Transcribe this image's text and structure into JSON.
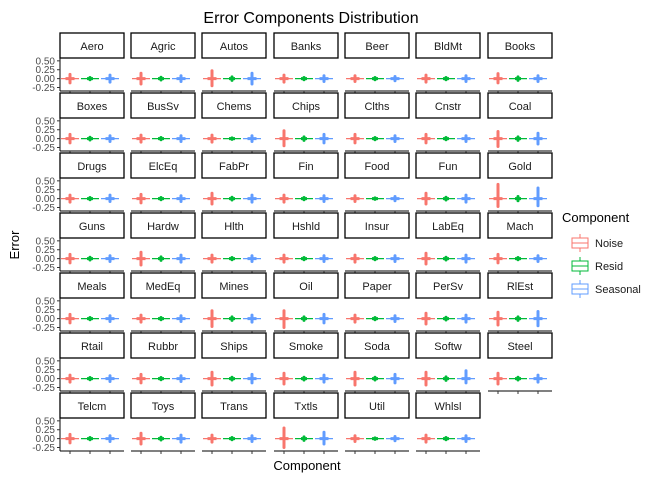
{
  "chart_data": {
    "type": "boxplot",
    "title": "Error Components Distribution",
    "xlabel": "Component",
    "ylabel": "Error",
    "y_ticks": [
      "0.50",
      "0.25",
      "0.00",
      "-0.25"
    ],
    "y_tick_values": [
      0.5,
      0.25,
      0.0,
      -0.25
    ],
    "ylim": [
      -0.32,
      0.58
    ],
    "grid": false,
    "legend": {
      "title": "Component",
      "placement": "right",
      "entries": [
        "Noise",
        "Resid",
        "Seasonal"
      ]
    },
    "series_colors": {
      "Noise": "#F8766D",
      "Resid": "#00BA38",
      "Seasonal": "#619CFF"
    },
    "panels": [
      {
        "name": "Aero",
        "noise": [
          -0.12,
          0.12
        ],
        "resid": [
          -0.03,
          0.03
        ],
        "seasonal": [
          -0.1,
          0.1
        ]
      },
      {
        "name": "Agric",
        "noise": [
          -0.15,
          0.15
        ],
        "resid": [
          -0.04,
          0.04
        ],
        "seasonal": [
          -0.08,
          0.08
        ]
      },
      {
        "name": "Autos",
        "noise": [
          -0.2,
          0.22
        ],
        "resid": [
          -0.05,
          0.05
        ],
        "seasonal": [
          -0.15,
          0.15
        ]
      },
      {
        "name": "Banks",
        "noise": [
          -0.1,
          0.1
        ],
        "resid": [
          -0.03,
          0.03
        ],
        "seasonal": [
          -0.08,
          0.08
        ]
      },
      {
        "name": "Beer",
        "noise": [
          -0.08,
          0.08
        ],
        "resid": [
          -0.03,
          0.03
        ],
        "seasonal": [
          -0.06,
          0.06
        ]
      },
      {
        "name": "BldMt",
        "noise": [
          -0.1,
          0.1
        ],
        "resid": [
          -0.03,
          0.03
        ],
        "seasonal": [
          -0.08,
          0.08
        ]
      },
      {
        "name": "Books",
        "noise": [
          -0.12,
          0.14
        ],
        "resid": [
          -0.05,
          0.05
        ],
        "seasonal": [
          -0.08,
          0.08
        ]
      },
      {
        "name": "Boxes",
        "noise": [
          -0.12,
          0.12
        ],
        "resid": [
          -0.04,
          0.04
        ],
        "seasonal": [
          -0.08,
          0.08
        ]
      },
      {
        "name": "BusSv",
        "noise": [
          -0.1,
          0.1
        ],
        "resid": [
          -0.03,
          0.03
        ],
        "seasonal": [
          -0.08,
          0.08
        ]
      },
      {
        "name": "Chems",
        "noise": [
          -0.1,
          0.1
        ],
        "resid": [
          -0.02,
          0.02
        ],
        "seasonal": [
          -0.08,
          0.08
        ]
      },
      {
        "name": "Chips",
        "noise": [
          -0.2,
          0.22
        ],
        "resid": [
          -0.05,
          0.05
        ],
        "seasonal": [
          -0.12,
          0.12
        ]
      },
      {
        "name": "Clths",
        "noise": [
          -0.12,
          0.12
        ],
        "resid": [
          -0.03,
          0.03
        ],
        "seasonal": [
          -0.08,
          0.08
        ]
      },
      {
        "name": "Cnstr",
        "noise": [
          -0.12,
          0.12
        ],
        "resid": [
          -0.03,
          0.03
        ],
        "seasonal": [
          -0.08,
          0.08
        ]
      },
      {
        "name": "Coal",
        "noise": [
          -0.22,
          0.2
        ],
        "resid": [
          -0.05,
          0.05
        ],
        "seasonal": [
          -0.15,
          0.15
        ]
      },
      {
        "name": "Drugs",
        "noise": [
          -0.1,
          0.1
        ],
        "resid": [
          -0.03,
          0.03
        ],
        "seasonal": [
          -0.08,
          0.1
        ]
      },
      {
        "name": "ElcEq",
        "noise": [
          -0.12,
          0.12
        ],
        "resid": [
          -0.03,
          0.03
        ],
        "seasonal": [
          -0.08,
          0.08
        ]
      },
      {
        "name": "FabPr",
        "noise": [
          -0.15,
          0.15
        ],
        "resid": [
          -0.04,
          0.04
        ],
        "seasonal": [
          -0.1,
          0.1
        ]
      },
      {
        "name": "Fin",
        "noise": [
          -0.1,
          0.1
        ],
        "resid": [
          -0.03,
          0.03
        ],
        "seasonal": [
          -0.08,
          0.08
        ]
      },
      {
        "name": "Food",
        "noise": [
          -0.08,
          0.08
        ],
        "resid": [
          -0.02,
          0.02
        ],
        "seasonal": [
          -0.06,
          0.06
        ]
      },
      {
        "name": "Fun",
        "noise": [
          -0.15,
          0.15
        ],
        "resid": [
          -0.04,
          0.04
        ],
        "seasonal": [
          -0.1,
          0.1
        ]
      },
      {
        "name": "Gold",
        "noise": [
          -0.22,
          0.4
        ],
        "resid": [
          -0.06,
          0.06
        ],
        "seasonal": [
          -0.2,
          0.3
        ]
      },
      {
        "name": "Guns",
        "noise": [
          -0.12,
          0.12
        ],
        "resid": [
          -0.04,
          0.04
        ],
        "seasonal": [
          -0.08,
          0.08
        ]
      },
      {
        "name": "Hardw",
        "noise": [
          -0.18,
          0.18
        ],
        "resid": [
          -0.05,
          0.05
        ],
        "seasonal": [
          -0.1,
          0.1
        ]
      },
      {
        "name": "Hlth",
        "noise": [
          -0.1,
          0.1
        ],
        "resid": [
          -0.03,
          0.03
        ],
        "seasonal": [
          -0.08,
          0.08
        ]
      },
      {
        "name": "Hshld",
        "noise": [
          -0.1,
          0.1
        ],
        "resid": [
          -0.03,
          0.03
        ],
        "seasonal": [
          -0.08,
          0.08
        ]
      },
      {
        "name": "Insur",
        "noise": [
          -0.1,
          0.1
        ],
        "resid": [
          -0.03,
          0.03
        ],
        "seasonal": [
          -0.08,
          0.08
        ]
      },
      {
        "name": "LabEq",
        "noise": [
          -0.15,
          0.15
        ],
        "resid": [
          -0.04,
          0.04
        ],
        "seasonal": [
          -0.1,
          0.1
        ]
      },
      {
        "name": "Mach",
        "noise": [
          -0.12,
          0.12
        ],
        "resid": [
          -0.03,
          0.03
        ],
        "seasonal": [
          -0.08,
          0.08
        ]
      },
      {
        "name": "Meals",
        "noise": [
          -0.12,
          0.12
        ],
        "resid": [
          -0.03,
          0.03
        ],
        "seasonal": [
          -0.08,
          0.08
        ]
      },
      {
        "name": "MedEq",
        "noise": [
          -0.1,
          0.1
        ],
        "resid": [
          -0.03,
          0.03
        ],
        "seasonal": [
          -0.08,
          0.08
        ]
      },
      {
        "name": "Mines",
        "noise": [
          -0.22,
          0.22
        ],
        "resid": [
          -0.05,
          0.05
        ],
        "seasonal": [
          -0.1,
          0.1
        ]
      },
      {
        "name": "Oil",
        "noise": [
          -0.25,
          0.22
        ],
        "resid": [
          -0.05,
          0.05
        ],
        "seasonal": [
          -0.12,
          0.12
        ]
      },
      {
        "name": "Paper",
        "noise": [
          -0.1,
          0.1
        ],
        "resid": [
          -0.03,
          0.03
        ],
        "seasonal": [
          -0.08,
          0.08
        ]
      },
      {
        "name": "PerSv",
        "noise": [
          -0.15,
          0.15
        ],
        "resid": [
          -0.04,
          0.04
        ],
        "seasonal": [
          -0.1,
          0.1
        ]
      },
      {
        "name": "RlEst",
        "noise": [
          -0.18,
          0.18
        ],
        "resid": [
          -0.05,
          0.05
        ],
        "seasonal": [
          -0.2,
          0.2
        ]
      },
      {
        "name": "Rtail",
        "noise": [
          -0.1,
          0.1
        ],
        "resid": [
          -0.03,
          0.03
        ],
        "seasonal": [
          -0.08,
          0.08
        ]
      },
      {
        "name": "Rubbr",
        "noise": [
          -0.12,
          0.12
        ],
        "resid": [
          -0.03,
          0.03
        ],
        "seasonal": [
          -0.08,
          0.08
        ]
      },
      {
        "name": "Ships",
        "noise": [
          -0.18,
          0.18
        ],
        "resid": [
          -0.04,
          0.04
        ],
        "seasonal": [
          -0.12,
          0.12
        ]
      },
      {
        "name": "Smoke",
        "noise": [
          -0.15,
          0.15
        ],
        "resid": [
          -0.04,
          0.04
        ],
        "seasonal": [
          -0.1,
          0.1
        ]
      },
      {
        "name": "Soda",
        "noise": [
          -0.18,
          0.18
        ],
        "resid": [
          -0.04,
          0.04
        ],
        "seasonal": [
          -0.12,
          0.12
        ]
      },
      {
        "name": "Softw",
        "noise": [
          -0.18,
          0.18
        ],
        "resid": [
          -0.05,
          0.05
        ],
        "seasonal": [
          -0.12,
          0.22
        ]
      },
      {
        "name": "Steel",
        "noise": [
          -0.15,
          0.15
        ],
        "resid": [
          -0.04,
          0.04
        ],
        "seasonal": [
          -0.1,
          0.1
        ]
      },
      {
        "name": "Telcm",
        "noise": [
          -0.12,
          0.12
        ],
        "resid": [
          -0.03,
          0.03
        ],
        "seasonal": [
          -0.08,
          0.08
        ]
      },
      {
        "name": "Toys",
        "noise": [
          -0.15,
          0.15
        ],
        "resid": [
          -0.04,
          0.04
        ],
        "seasonal": [
          -0.1,
          0.1
        ]
      },
      {
        "name": "Trans",
        "noise": [
          -0.1,
          0.1
        ],
        "resid": [
          -0.03,
          0.03
        ],
        "seasonal": [
          -0.08,
          0.08
        ]
      },
      {
        "name": "Txtls",
        "noise": [
          -0.25,
          0.3
        ],
        "resid": [
          -0.05,
          0.05
        ],
        "seasonal": [
          -0.15,
          0.18
        ]
      },
      {
        "name": "Util",
        "noise": [
          -0.08,
          0.08
        ],
        "resid": [
          -0.02,
          0.02
        ],
        "seasonal": [
          -0.06,
          0.06
        ]
      },
      {
        "name": "Whlsl",
        "noise": [
          -0.1,
          0.1
        ],
        "resid": [
          -0.03,
          0.03
        ],
        "seasonal": [
          -0.08,
          0.08
        ]
      }
    ]
  }
}
